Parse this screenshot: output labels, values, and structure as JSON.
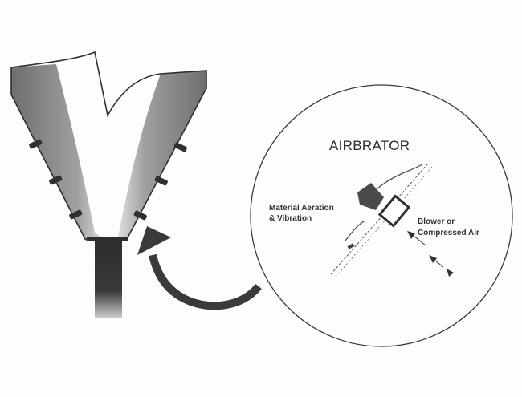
{
  "diagram": {
    "title": "AIRBRATOR",
    "labels": {
      "left_line1": "Material Aeration",
      "left_line2": "& Vibration",
      "right_line1": "Blower or",
      "right_line2": "Compressed Air"
    },
    "elements": {
      "hopper": "hopper-with-material",
      "airbrators_count": 6,
      "detail_circle": "airbrator-detail",
      "arrow": "curved-arrow-pointing-to-hopper"
    },
    "colors": {
      "ink": "#2f2f2f",
      "material": "#8a8a8a",
      "background": "#fdfdfd"
    }
  }
}
